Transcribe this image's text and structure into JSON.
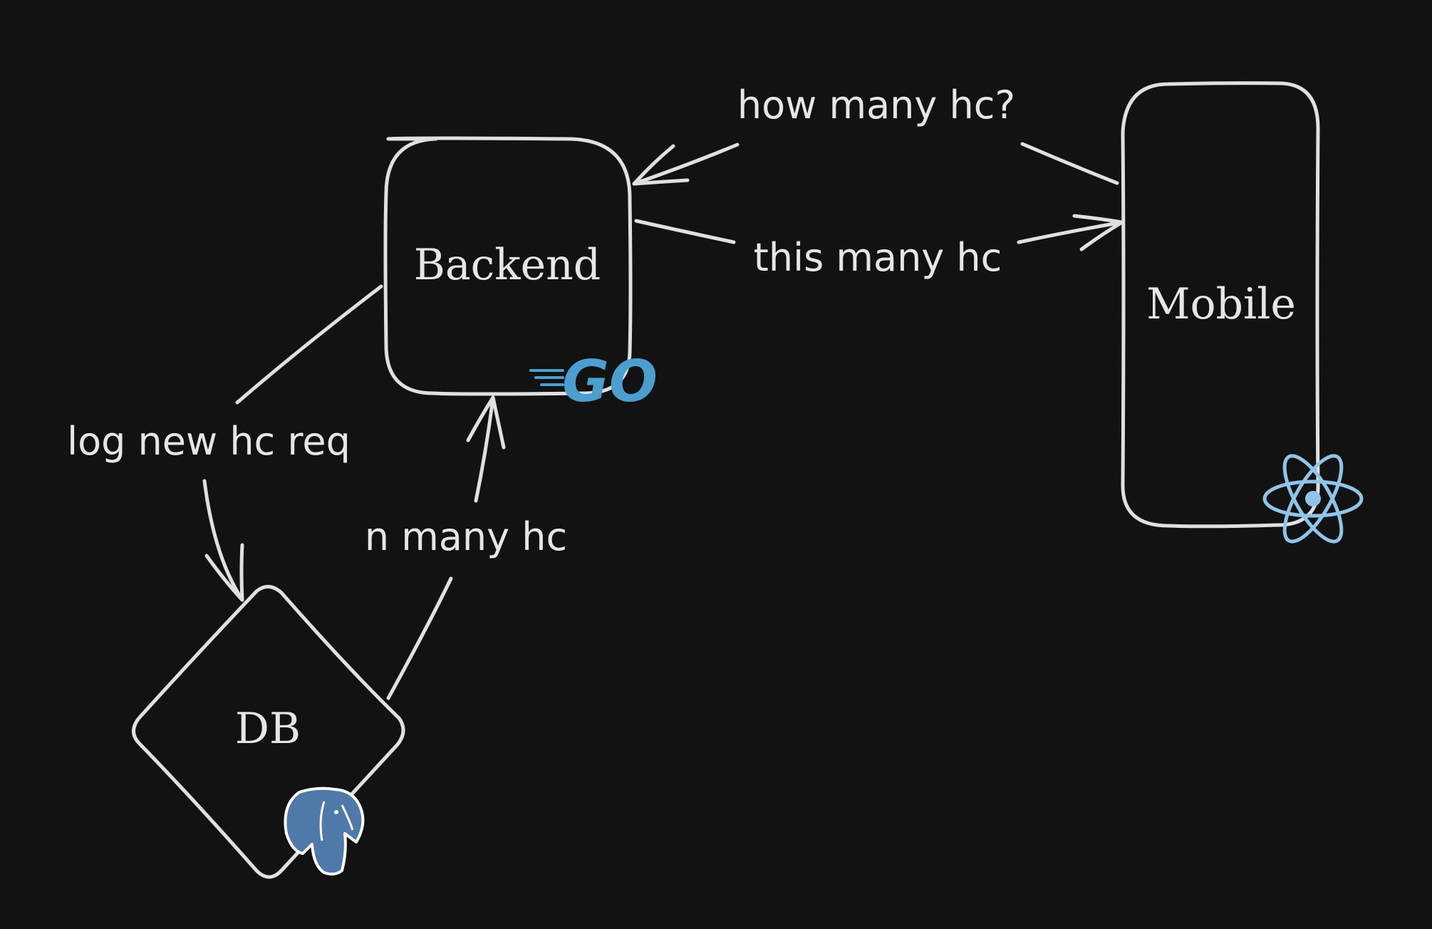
{
  "nodes": {
    "backend": {
      "label": "Backend",
      "tech_icon": "go-logo-icon",
      "tech_text": "GO"
    },
    "mobile": {
      "label": "Mobile",
      "tech_icon": "react-logo-icon"
    },
    "db": {
      "label": "DB",
      "tech_icon": "postgresql-elephant-icon"
    }
  },
  "edges": {
    "mobile_to_backend": {
      "label": "how many hc?"
    },
    "backend_to_mobile": {
      "label": "this many hc"
    },
    "backend_to_db": {
      "label": "log new hc req"
    },
    "db_to_backend": {
      "label": "n many hc"
    }
  },
  "colors": {
    "background": "#121212",
    "stroke": "#e0e0e0",
    "go_blue": "#4a9fcf",
    "react_blue": "#8ec5e8",
    "postgres_blue": "#4f79a8"
  }
}
